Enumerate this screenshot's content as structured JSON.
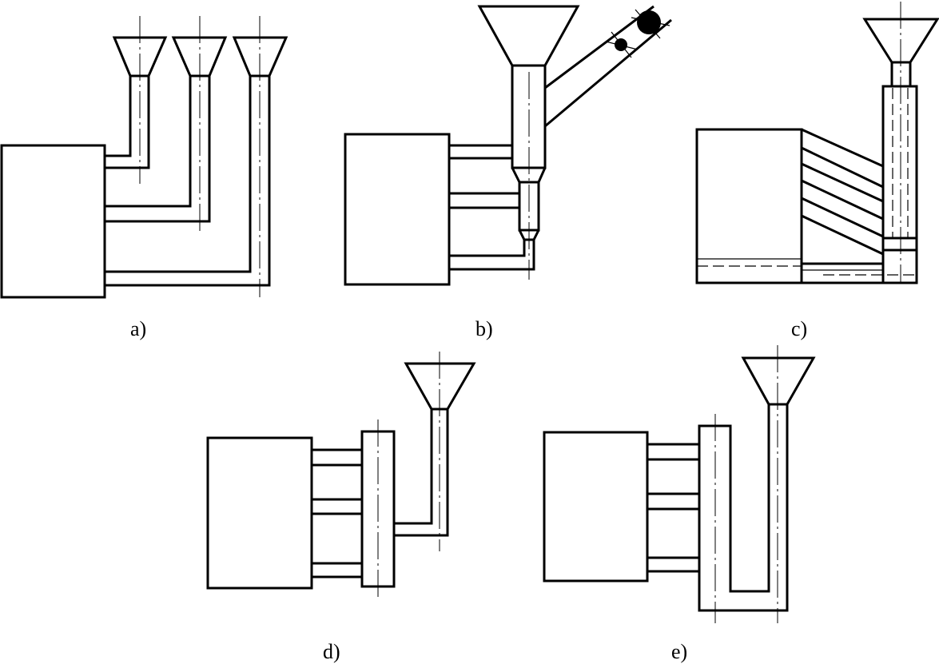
{
  "labels": {
    "a": "a)",
    "b": "b)",
    "c": "c)",
    "d": "d)",
    "e": "e)"
  }
}
